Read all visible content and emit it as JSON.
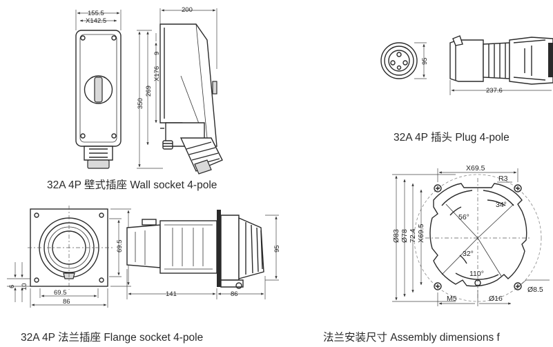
{
  "captions": {
    "wall_socket": "32A  4P 壁式插座 Wall socket 4-pole",
    "plug": "32A 4P 插头 Plug 4-pole",
    "flange_socket": "32A 4P 法兰插座 Flange socket 4-pole",
    "assembly": "法兰安装尺寸 Assembly dimensions f"
  },
  "wall_socket_dims": {
    "width_outer": "155.5",
    "width_inner": "X142.5",
    "depth": "200",
    "height_total": "350",
    "height_mid": "269",
    "height_inner": "X176",
    "offset": "9"
  },
  "plug_dims": {
    "diameter": "95",
    "length": "237.6"
  },
  "flange_dims": {
    "inner_w": "69.5",
    "outer_w": "86",
    "inner_h": "69.5",
    "outer_h": "86",
    "small_a": "6",
    "small_b": "10",
    "body_len": "141",
    "head_len": "86",
    "head_dia": "95"
  },
  "assembly_dims": {
    "x_spacing": "X69.5",
    "radius": "R3",
    "d83": "Ø83",
    "d78": "Ø78",
    "d72": "72.4",
    "y_spacing": "X69.5",
    "angle_a": "34°",
    "angle_b": "56°",
    "angle_c": "32°",
    "angle_d": "110°",
    "hole": "Ø8.5",
    "thread": "M5",
    "pin_hole": "Ø16"
  }
}
